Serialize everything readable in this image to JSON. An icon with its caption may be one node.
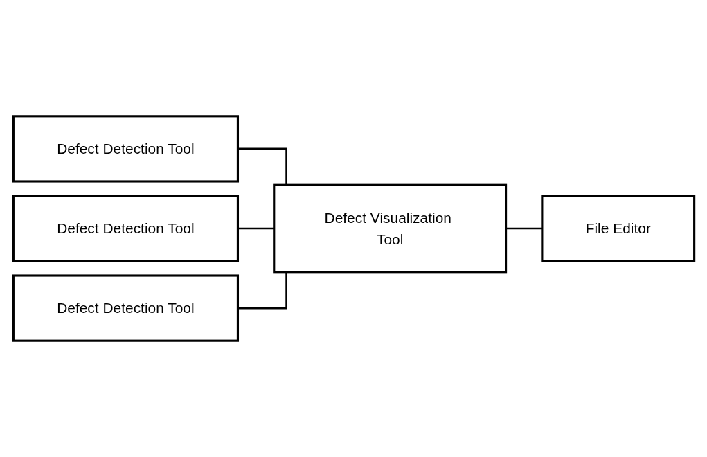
{
  "diagram": {
    "nodes": [
      {
        "text": [
          "Defect Detection Tool"
        ]
      },
      {
        "text": [
          "Defect Detection Tool"
        ]
      },
      {
        "text": [
          "Defect Detection Tool"
        ]
      },
      {
        "text": [
          "Defect Visualization Tool"
        ]
      },
      {
        "text": [
          "File Editor"
        ]
      }
    ],
    "edges": [
      {
        "from": 0,
        "to": 3,
        "arrow": "none"
      },
      {
        "from": 1,
        "to": 3,
        "arrow": "none"
      },
      {
        "from": 2,
        "to": 3,
        "arrow": "none"
      },
      {
        "from": 3,
        "to": 4,
        "arrow": "none"
      }
    ]
  }
}
